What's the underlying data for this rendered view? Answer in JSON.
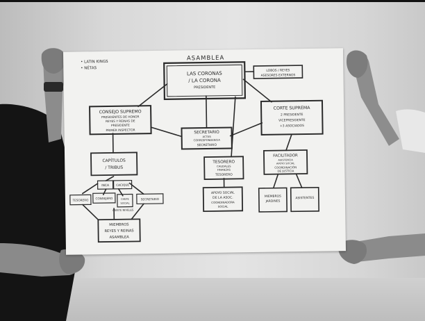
{
  "legend": {
    "line1": "• LATIN KINGS",
    "line2": "• NÉTAS"
  },
  "nodes": {
    "title": "ASAMBLEA",
    "top_box": {
      "line1": "LAS CORONAS",
      "line2": "/ LA CORONA",
      "line3": "PRESIDENTE"
    },
    "side_box": {
      "line1": "LOBOS / REYES",
      "line2": "ASESORES EXTERNOS"
    },
    "consejo": {
      "line1": "CONSEJO SUPREMO",
      "line2": "PRESIDENTES DE HONOR",
      "line3": "REYES Y REINAS DE",
      "line4": "PRESIDENTE",
      "line5": "PRIMER INSPECTOR"
    },
    "corte": {
      "line1": "CORTE SUPREMA",
      "line2": "2 PRESIDENTE",
      "line3": "VICEPRESIDENTE",
      "line4": "+3 ASOCIADOS"
    },
    "secretario": {
      "line1": "SECRETARIO",
      "line2": "ACTAS",
      "line3": "CORRESPONDENCIA",
      "line4": "SECRETARIO"
    },
    "capitulos": {
      "line1": "CAPÍTULOS",
      "line2": "/ TRIBUS"
    },
    "tesorero_main": {
      "line1": "TESORERO",
      "line2": "CAUDALES",
      "line3": "FINANZAS",
      "line4": "TESORERO"
    },
    "facilitador": {
      "line1": "FACILITADOR",
      "line2": "ASISTENCIA",
      "line3": "APOYO SOCIAL",
      "line4": "COORDINACIÓN",
      "line5": "DE JUSTICIA"
    },
    "inca": "INCA",
    "cacique": "CACIQUE",
    "tesorero_small": "TESORERO",
    "consejero": "CONSEJERO",
    "sheriff": {
      "line1": "CHEFE",
      "line2": "SOCIAL"
    },
    "secretario_small": "SECRETARIO",
    "annot_small": "ASISTE NIVELES",
    "miembros": {
      "line1": "MIEMBROS",
      "line2": "REYES Y REINAS",
      "line3": "ASAMBLEA"
    },
    "ayuda": {
      "line1": "APOYO SOCIAL",
      "line2": "DE LA ASOC.",
      "line3": "COORDINADORA",
      "line4": "SOCIAL"
    },
    "miembros_jardines": {
      "line1": "MIEMBROS",
      "line2": "JARDINES"
    },
    "asistentes": "ASISTENTES"
  },
  "colors": {
    "ink": "#2a2a2a",
    "paper": "#f2f2f0",
    "wall": "#dcdcdc",
    "shirt": "#151515",
    "skin": "#8a8a8a"
  }
}
